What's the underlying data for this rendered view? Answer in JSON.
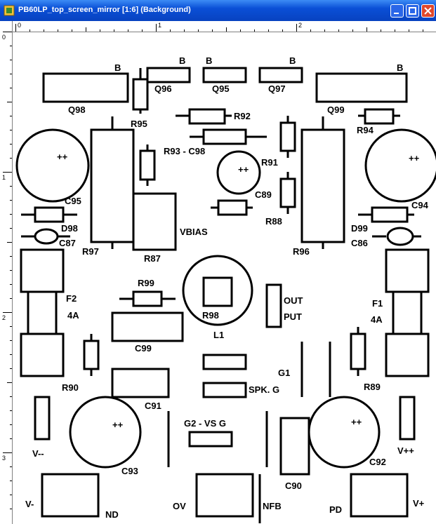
{
  "window": {
    "title": "PB60LP_top_screen_mirror [1:6] (Background)"
  },
  "rulers": {
    "horizontal": [
      "0",
      "1",
      "2"
    ],
    "vertical": [
      "0",
      "1",
      "2",
      "3"
    ]
  },
  "labels": {
    "B1": "B",
    "B2": "B",
    "B3": "B",
    "B4": "B",
    "B5": "B",
    "Q96": "Q96",
    "Q95": "Q95",
    "Q97": "Q97",
    "Q98": "Q98",
    "Q99": "Q99",
    "R95": "R95",
    "R92": "R92",
    "R94": "R94",
    "R93_C98": "R93 - C98",
    "R91": "R91",
    "C89": "C89",
    "R88": "R88",
    "C95": "C95",
    "C94": "C94",
    "D98": "D98",
    "C87": "C87",
    "D99": "D99",
    "C86": "C86",
    "R97": "R97",
    "R87": "R87",
    "VBIAS": "VBIAS",
    "R96": "R96",
    "R99": "R99",
    "R98": "R98",
    "L1": "L1",
    "OUT1": "OUT",
    "OUT2": "PUT",
    "F2": "F2",
    "F2A": "4A",
    "F1": "F1",
    "F1A": "4A",
    "C99": "C99",
    "G1": "G1",
    "SPKG": "SPK. G",
    "R90": "R90",
    "R89": "R89",
    "C91": "C91",
    "G2VSG": "G2 - VS G",
    "Vminus_minus": "V--",
    "Vplus_plus": "V++",
    "C93": "C93",
    "C92": "C92",
    "C90": "C90",
    "Vminus": "V-",
    "ND": "ND",
    "OV": "OV",
    "NFB": "NFB",
    "PD": "PD",
    "Vplus": "V+",
    "plus_left": "++",
    "plus_right": "++",
    "plus_mid": "++",
    "plus_bl": "++",
    "plus_br": "++"
  }
}
